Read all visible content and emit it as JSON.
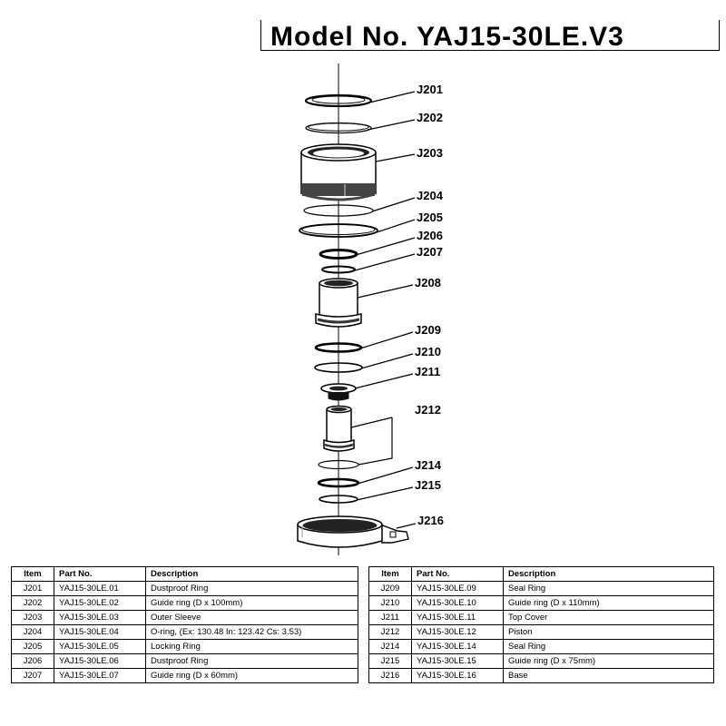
{
  "header": {
    "title": "Model No. YAJ15-30LE.V3"
  },
  "callouts": [
    "J201",
    "J202",
    "J203",
    "J204",
    "J205",
    "J206",
    "J207",
    "J208",
    "J209",
    "J210",
    "J211",
    "J212",
    "J214",
    "J215",
    "J216"
  ],
  "tables": {
    "columns": {
      "item": "Item",
      "part_no": "Part No.",
      "description": "Description"
    },
    "left": [
      {
        "item": "J201",
        "part_no": "YAJ15-30LE.01",
        "description": "Dustproof Ring"
      },
      {
        "item": "J202",
        "part_no": "YAJ15-30LE.02",
        "description": "Guide ring (D x 100mm)"
      },
      {
        "item": "J203",
        "part_no": "YAJ15-30LE.03",
        "description": "Outer Sleeve"
      },
      {
        "item": "J204",
        "part_no": "YAJ15-30LE.04",
        "description": "O-ring, (Ex: 130.48 In: 123.42 Cs: 3.53)"
      },
      {
        "item": "J205",
        "part_no": "YAJ15-30LE.05",
        "description": "Locking Ring"
      },
      {
        "item": "J206",
        "part_no": "YAJ15-30LE.06",
        "description": "Dustproof Ring"
      },
      {
        "item": "J207",
        "part_no": "YAJ15-30LE.07",
        "description": "Guide ring (D x 60mm)"
      }
    ],
    "right": [
      {
        "item": "J209",
        "part_no": "YAJ15-30LE.09",
        "description": "Seal Ring"
      },
      {
        "item": "J210",
        "part_no": "YAJ15-30LE.10",
        "description": "Guide ring (D x 110mm)"
      },
      {
        "item": "J211",
        "part_no": "YAJ15-30LE.11",
        "description": "Top Cover"
      },
      {
        "item": "J212",
        "part_no": "YAJ15-30LE.12",
        "description": "Piston"
      },
      {
        "item": "J214",
        "part_no": "YAJ15-30LE.14",
        "description": "Seal Ring"
      },
      {
        "item": "J215",
        "part_no": "YAJ15-30LE.15",
        "description": "Guide ring (D x 75mm)"
      },
      {
        "item": "J216",
        "part_no": "YAJ15-30LE.16",
        "description": "Base"
      }
    ]
  }
}
